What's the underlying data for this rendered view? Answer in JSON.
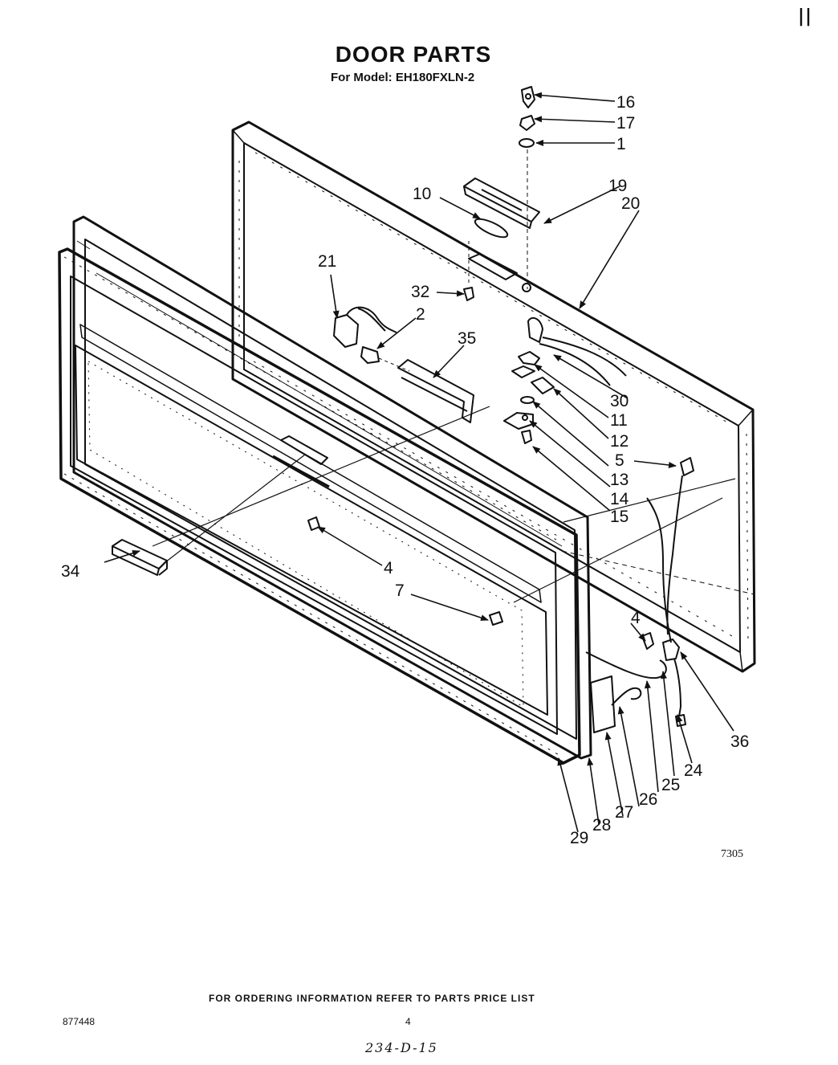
{
  "page_mark": "||",
  "title": "DOOR PARTS",
  "subtitle": "For Model: EH180FXLN-2",
  "callouts": {
    "c16": "16",
    "c17": "17",
    "c1": "1",
    "c10": "10",
    "c19": "19",
    "c20": "20",
    "c21": "21",
    "c32": "32",
    "c2": "2",
    "c35": "35",
    "c30": "30",
    "c11": "11",
    "c12": "12",
    "c5": "5",
    "c13": "13",
    "c14": "14",
    "c15": "15",
    "c34": "34",
    "c4a": "4",
    "c7": "7",
    "c4b": "4",
    "c36": "36",
    "c24": "24",
    "c25": "25",
    "c26": "26",
    "c27": "27",
    "c28": "28",
    "c29": "29"
  },
  "figure_code": "7305",
  "footer": {
    "ordering_info": "FOR ORDERING INFORMATION REFER TO PARTS PRICE LIST",
    "doc_number": "877448",
    "page_number": "4",
    "handwritten": "234-D-15"
  }
}
